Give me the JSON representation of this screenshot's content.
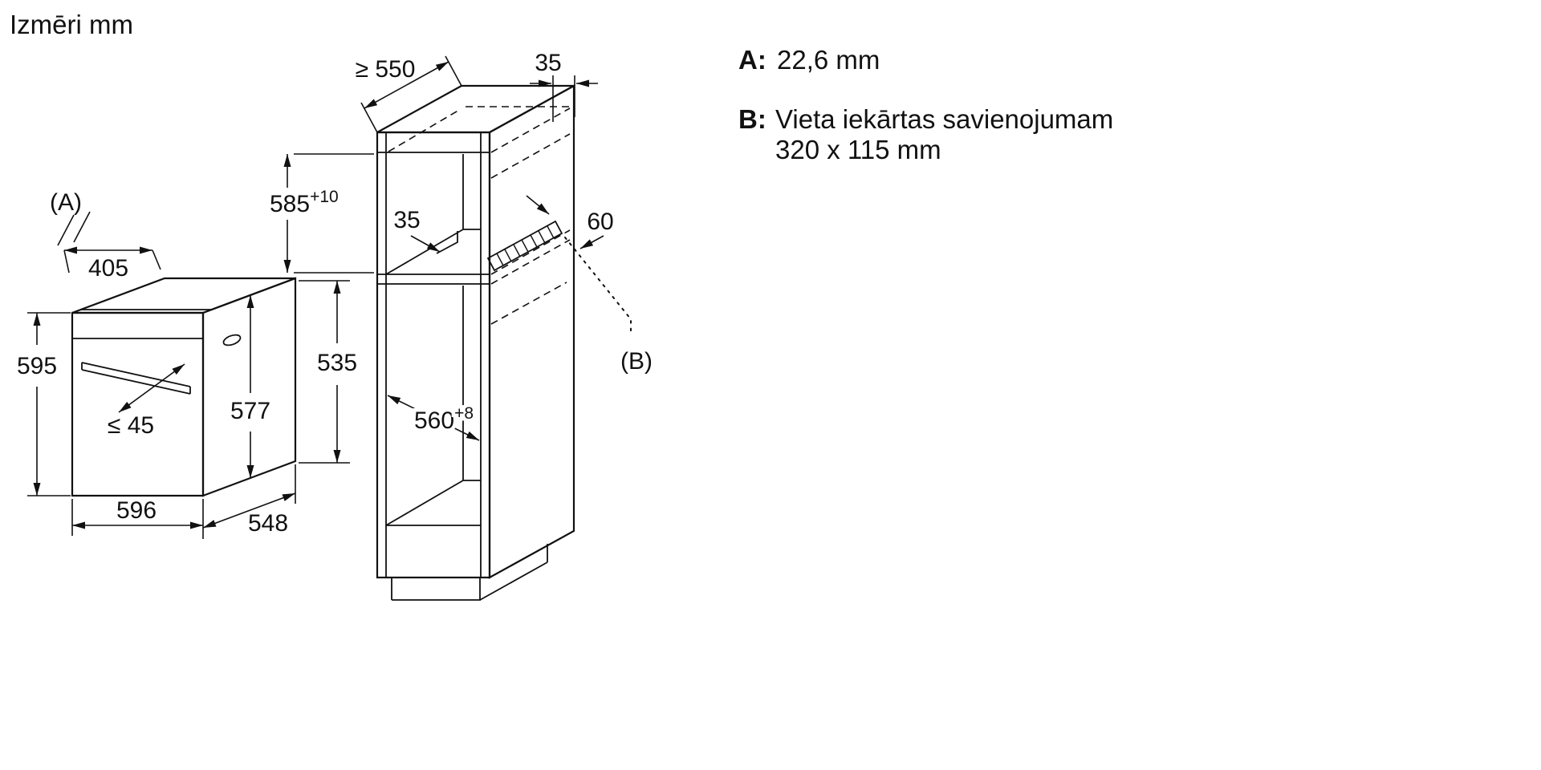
{
  "title": "Izmēri mm",
  "legend": {
    "a_key": "A:",
    "a_value": "22,6 mm",
    "b_key": "B:",
    "b_line1": "Vieta iekārtas savienojumam",
    "b_line2": "320 x 115 mm"
  },
  "oven": {
    "callout_a": "(A)",
    "top_depth": "405",
    "height": "595",
    "width": "596",
    "bottom_depth": "548",
    "body_height": "577",
    "rear_height": "535",
    "handle_clearance": "≤ 45"
  },
  "cabinet": {
    "top_depth": "≥ 550",
    "top_rail": "35",
    "niche_height": "585",
    "niche_height_tol": "+10",
    "connection_setback": "35",
    "connection_offset": "60",
    "niche_width": "560",
    "niche_width_tol": "+8",
    "callout_b": "(B)"
  },
  "colors": {
    "line": "#111111",
    "background": "#ffffff"
  }
}
